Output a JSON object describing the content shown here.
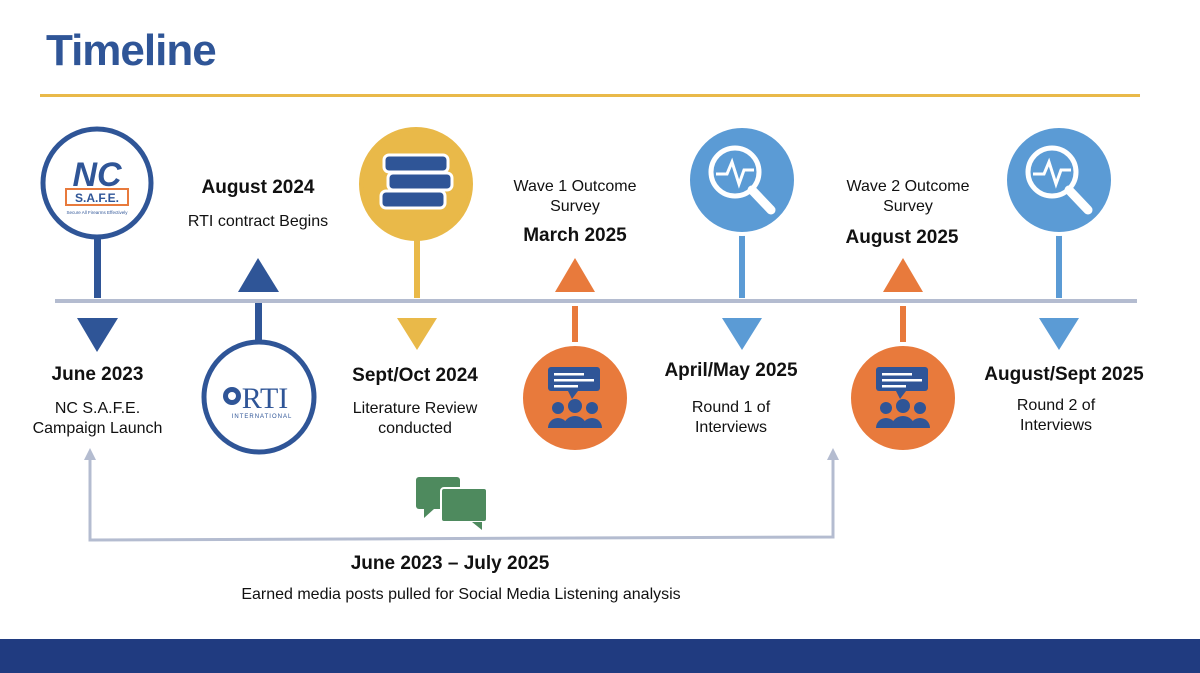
{
  "title": "Timeline",
  "colors": {
    "navy": "#2f5597",
    "gold": "#e9b949",
    "orange": "#e87a3c",
    "blue": "#5b9bd5",
    "gray": "#b4bcd0",
    "green": "#4e8a5e",
    "footer": "#203b80"
  },
  "milestones": [
    {
      "date": "June 2023",
      "desc": "NC S.A.F.E. Campaign Launch",
      "icon": "nc-safe-logo"
    },
    {
      "date": "August 2024",
      "desc": "RTI contract Begins",
      "icon": "rti-international-logo"
    },
    {
      "date": "Sept/Oct 2024",
      "desc": "Literature Review conducted",
      "icon": "books-icon"
    },
    {
      "date": "March 2025",
      "desc": "Wave 1 Outcome Survey",
      "icon": "survey-group-icon"
    },
    {
      "date": "April/May 2025",
      "desc": "Round 1 of Interviews",
      "icon": "magnifier-pulse-icon"
    },
    {
      "date": "August 2025",
      "desc": "Wave 2 Outcome Survey",
      "icon": "survey-group-icon"
    },
    {
      "date": "August/Sept 2025",
      "desc": "Round 2 of Interviews",
      "icon": "magnifier-pulse-icon"
    }
  ],
  "logos": {
    "nc_big": "NC",
    "nc_safe": "S.A.F.E.",
    "nc_tagline": "Secure All Firearms Effectively",
    "rti_main": "RTI",
    "rti_sub": "INTERNATIONAL"
  },
  "media_span": {
    "date": "June 2023 – July 2025",
    "desc": "Earned media posts pulled for Social Media Listening analysis",
    "icon": "chat-bubbles-icon"
  }
}
